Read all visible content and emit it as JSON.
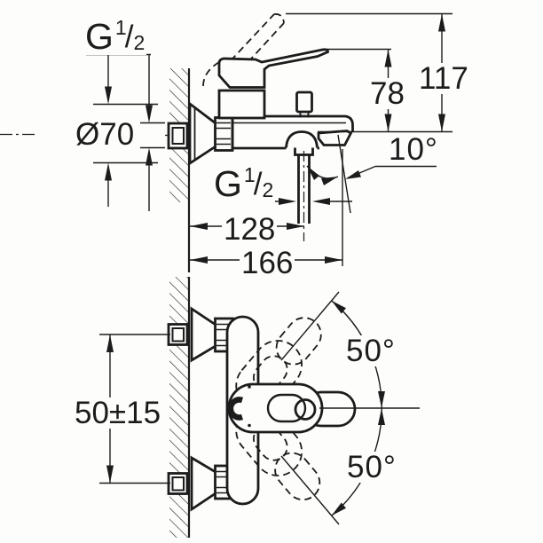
{
  "colors": {
    "background": "#fdfdfb",
    "line": "#1c1c1c"
  },
  "labels": {
    "thread_top": {
      "prefix": "G",
      "sup": "1",
      "slash": "/",
      "sub": "2"
    },
    "flange_diameter": "Ø70",
    "total_height": "117",
    "lever_height": "78",
    "spout_angle": "10°",
    "thread_shower": {
      "prefix": "G",
      "sup": "1",
      "slash": "/",
      "sub": "2"
    },
    "wall_to_shower_outlet": "128",
    "wall_to_spout_tip": "166",
    "union_adjustment": "50±15",
    "lever_swing_up": "50°",
    "lever_swing_down": "50°"
  }
}
